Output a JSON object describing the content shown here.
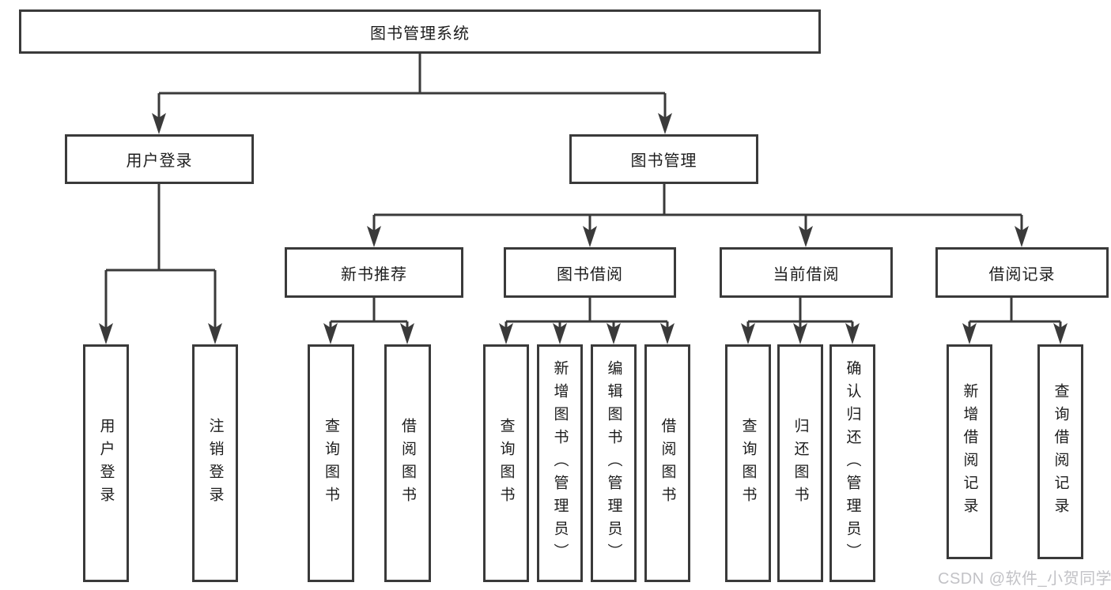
{
  "diagram_title": "图书管理系统",
  "colors": {
    "line": "#3a3a3a",
    "text": "#1d1d1d",
    "box_background": "#ffffff",
    "watermark": "#c2c2c6"
  },
  "tree": {
    "label": "图书管理系统",
    "children": [
      {
        "label": "用户登录",
        "children": [
          {
            "label": "用户登录"
          },
          {
            "label": "注销登录"
          }
        ]
      },
      {
        "label": "图书管理",
        "children": [
          {
            "label": "新书推荐",
            "children": [
              {
                "label": "查询图书"
              },
              {
                "label": "借阅图书"
              }
            ]
          },
          {
            "label": "图书借阅",
            "children": [
              {
                "label": "查询图书"
              },
              {
                "label": "新增图书（管理员）"
              },
              {
                "label": "编辑图书（管理员）"
              },
              {
                "label": "借阅图书"
              }
            ]
          },
          {
            "label": "当前借阅",
            "children": [
              {
                "label": "查询图书"
              },
              {
                "label": "归还图书"
              },
              {
                "label": "确认归还（管理员）"
              }
            ]
          },
          {
            "label": "借阅记录",
            "children": [
              {
                "label": "新增借阅记录"
              },
              {
                "label": "查询借阅记录"
              }
            ]
          }
        ]
      }
    ]
  },
  "watermark": {
    "text": "CSDN @软件_小贺同学"
  }
}
